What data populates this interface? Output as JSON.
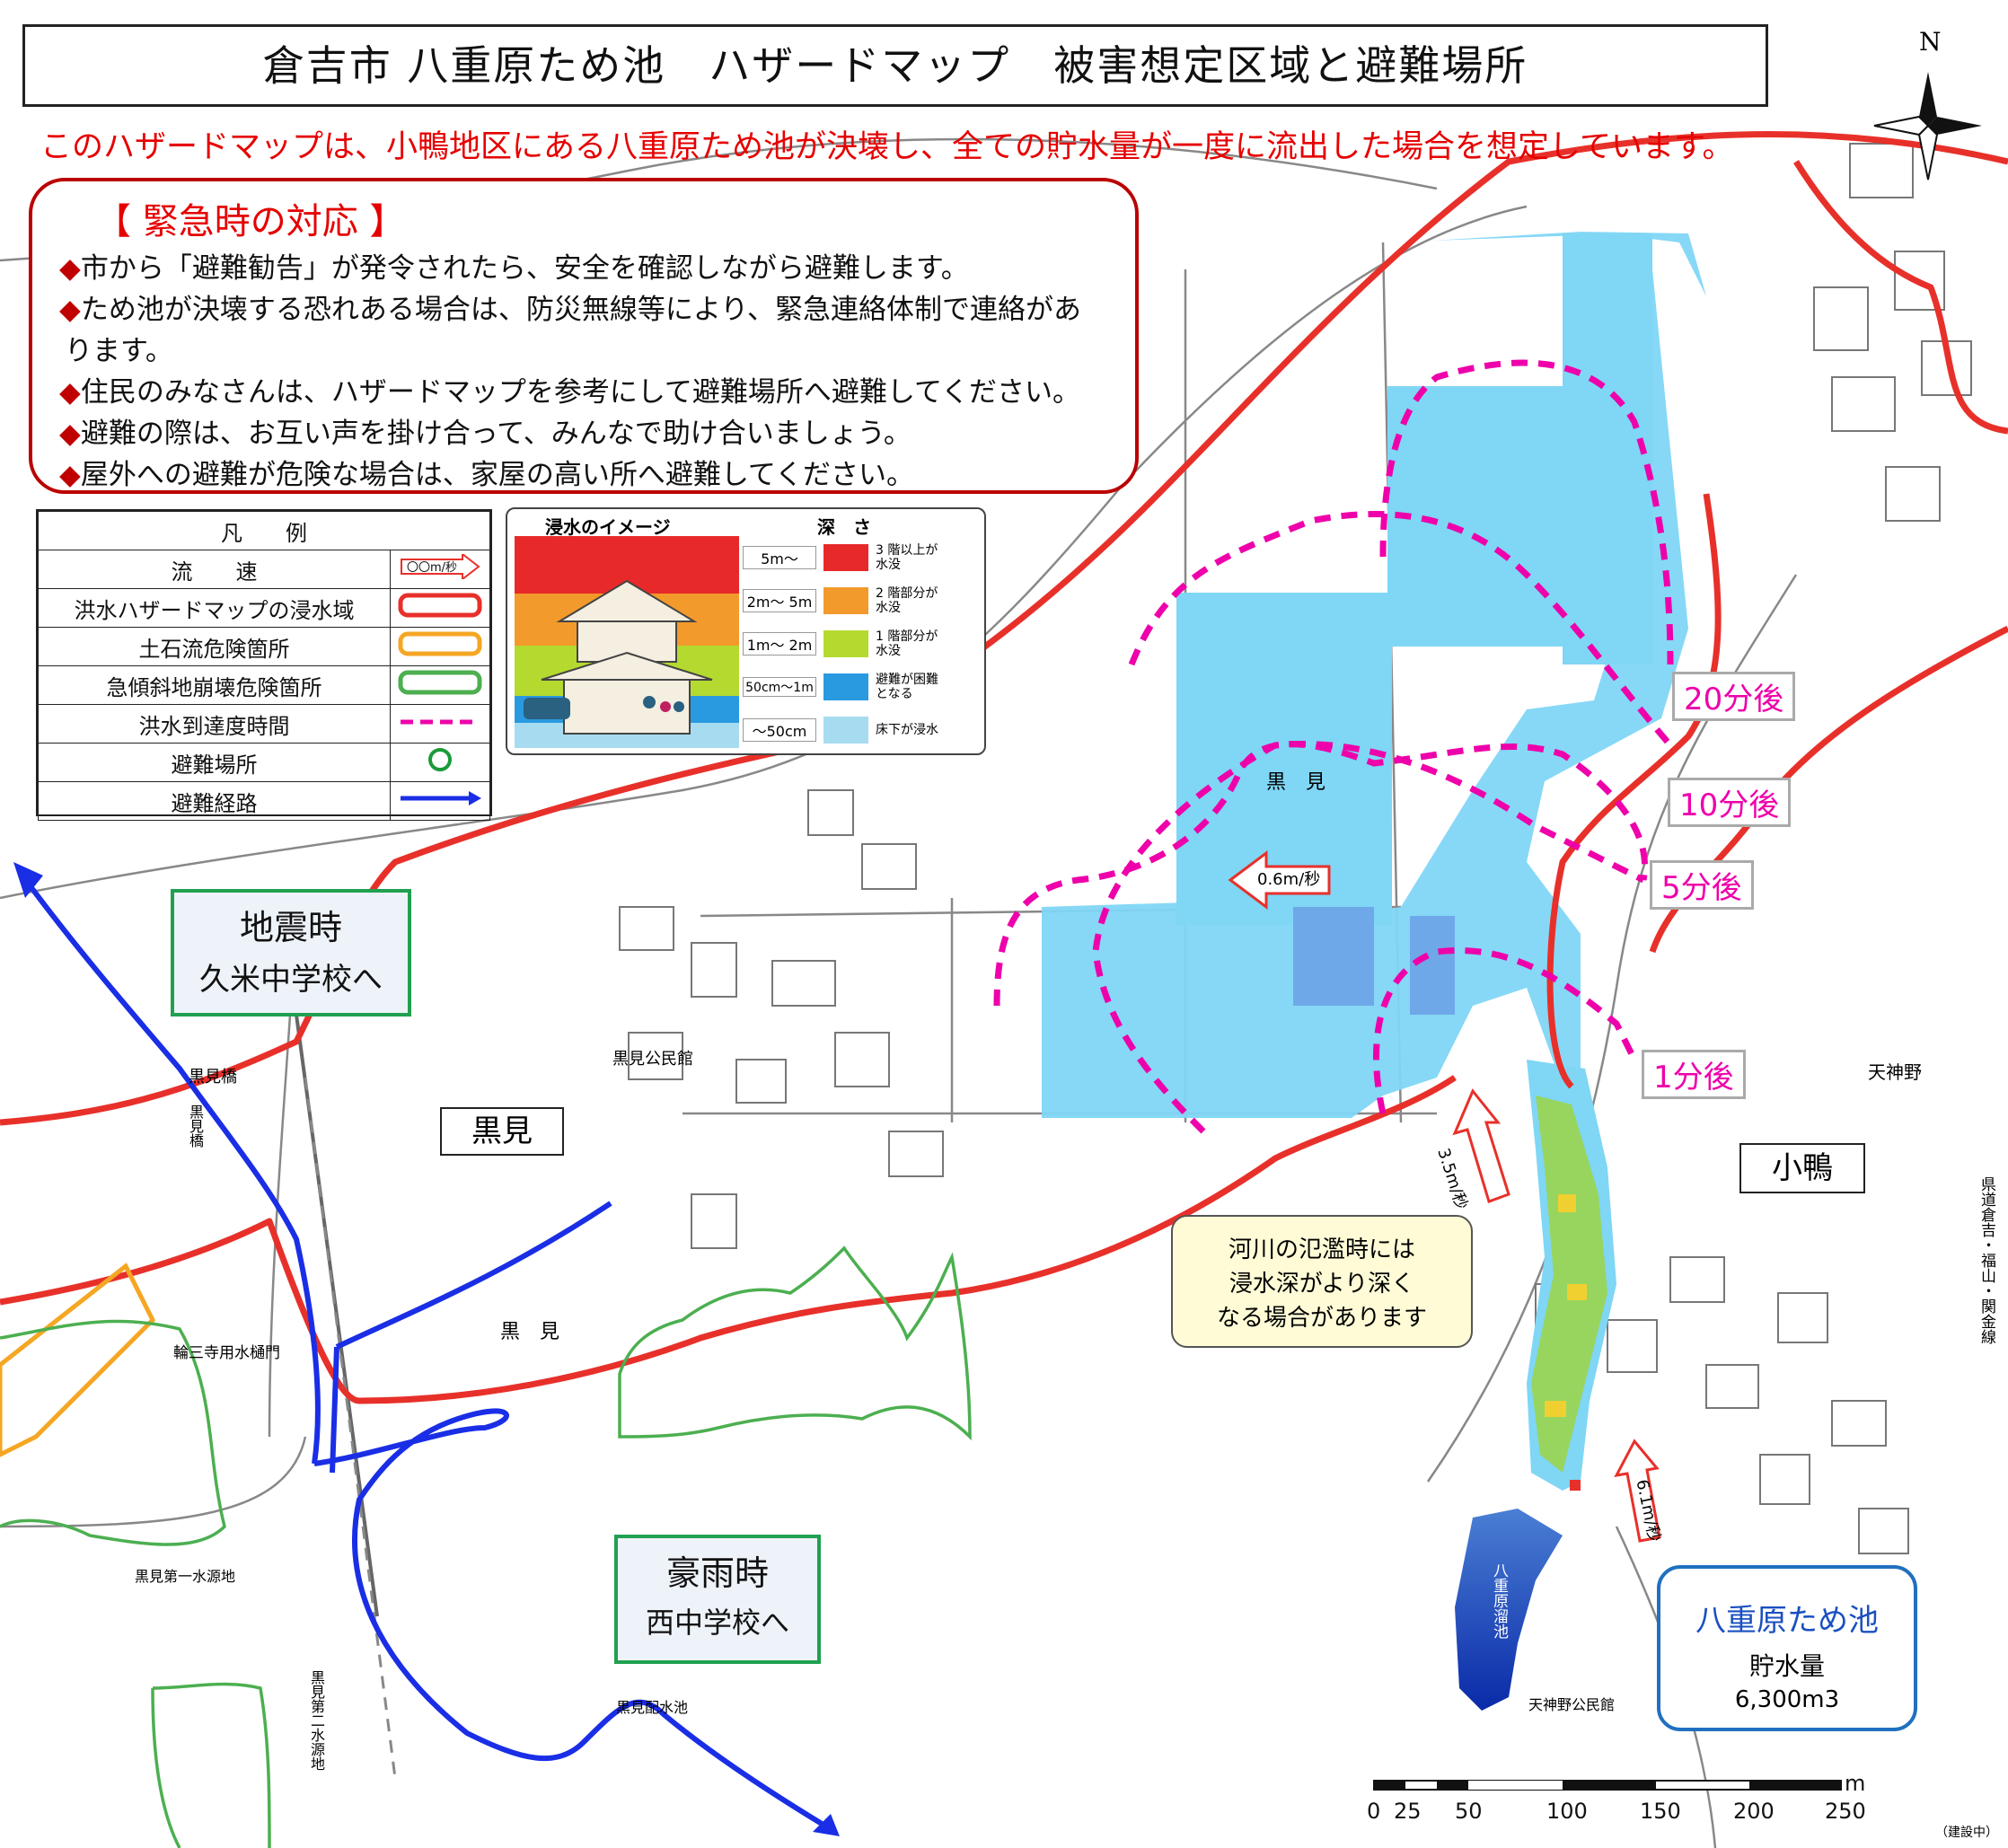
{
  "title": "倉吉市 八重原ため池　ハザードマップ　被害想定区域と避難場所",
  "subtitle": "このハザードマップは、小鴨地区にある八重原ため池が決壊し、全ての貯水量が一度に流出した場合を想定しています。",
  "compass_label": "N",
  "emergency": {
    "heading": "【 緊急時の対応 】",
    "items": [
      "市から「避難勧告」が発令されたら、安全を確認しながら避難します。",
      "ため池が決壊する恐れある場合は、防災無線等により、緊急連絡体制で連絡があ",
      "ります。",
      "住民のみなさんは、ハザードマップを参考にして避難場所へ避難してください。",
      "避難の際は、お互い声を掛け合って、みんなで助け合いましょう。",
      "屋外への避難が危険な場合は、家屋の高い所へ避難してください。"
    ]
  },
  "legend": {
    "title": "凡　　例",
    "rows": [
      {
        "label": "流　　速",
        "symbol": "〇〇m/秒"
      },
      {
        "label": "洪水ハザードマップの浸水域"
      },
      {
        "label": "土石流危険箇所"
      },
      {
        "label": "急傾斜地崩壊危険箇所"
      },
      {
        "label": "洪水到達度時間"
      },
      {
        "label": "避難場所"
      },
      {
        "label": "避難経路"
      }
    ],
    "colors": {
      "flood_area": "#e8302a",
      "debris": "#f5a623",
      "slope": "#4caf50",
      "arrival": "#ee00aa",
      "shelter": "#1a9b3a",
      "route": "#1a2ee6"
    }
  },
  "depth_panel": {
    "image_title": "浸水のイメージ",
    "depth_title": "深　さ",
    "levels": [
      {
        "range": "5m～",
        "desc1": "3 階以上が",
        "desc2": "水没",
        "color": "#e8292a"
      },
      {
        "range": "2m～ 5m",
        "desc1": "2 階部分が",
        "desc2": "水没",
        "color": "#f39a2c"
      },
      {
        "range": "1m～ 2m",
        "desc1": "1 階部分が",
        "desc2": "水没",
        "color": "#b4da2f"
      },
      {
        "range": "50cm～1m",
        "desc1": "避難が困難",
        "desc2": "となる",
        "color": "#2a9ae0"
      },
      {
        "range": "～50cm",
        "desc1": "床下が浸水",
        "desc2": "",
        "color": "#a7dcf0"
      }
    ]
  },
  "callouts": {
    "earthquake": {
      "line1": "地震時",
      "line2": "久米中学校へ"
    },
    "rain": {
      "line1": "豪雨時",
      "line2": "西中学校へ"
    }
  },
  "place_labels": {
    "kuromi": "黒見",
    "kogamo": "小鴨"
  },
  "arrival_times": [
    "20分後",
    "10分後",
    "5分後",
    "1分後"
  ],
  "speeds": [
    "0.6m/秒",
    "3.5m/秒",
    "6.1m/秒"
  ],
  "note": {
    "line1": "河川の氾濫時には",
    "line2": "浸水深がより深く",
    "line3": "なる場合があります"
  },
  "pond": {
    "name": "八重原ため池",
    "capacity_label": "貯水量",
    "capacity": "6,300m3",
    "map_label": "八重原溜池"
  },
  "map_text": {
    "kuromi_bridge": "黒見橋",
    "kuromi_hall": "黒見公民館",
    "kuromi_small1": "黒　見",
    "kuromi_small2": "黒　見",
    "kuromi_water1": "黒見第一水源地",
    "kuromi_water2": "黒見第二水源地",
    "kuromi_pond": "黒見配水池",
    "tenjinno": "天神野",
    "tenjinno_hall": "天神野公民館",
    "wanji_gate": "輪三寺用水樋門",
    "prefectural_road": "県道倉吉・福山・関金線",
    "under_construction": "（建設中）",
    "kuromi_bridge_vertical": "黒見橋"
  },
  "scale": {
    "labels": [
      "0",
      "25",
      "50",
      "100",
      "150",
      "200",
      "250"
    ],
    "unit": "m"
  }
}
